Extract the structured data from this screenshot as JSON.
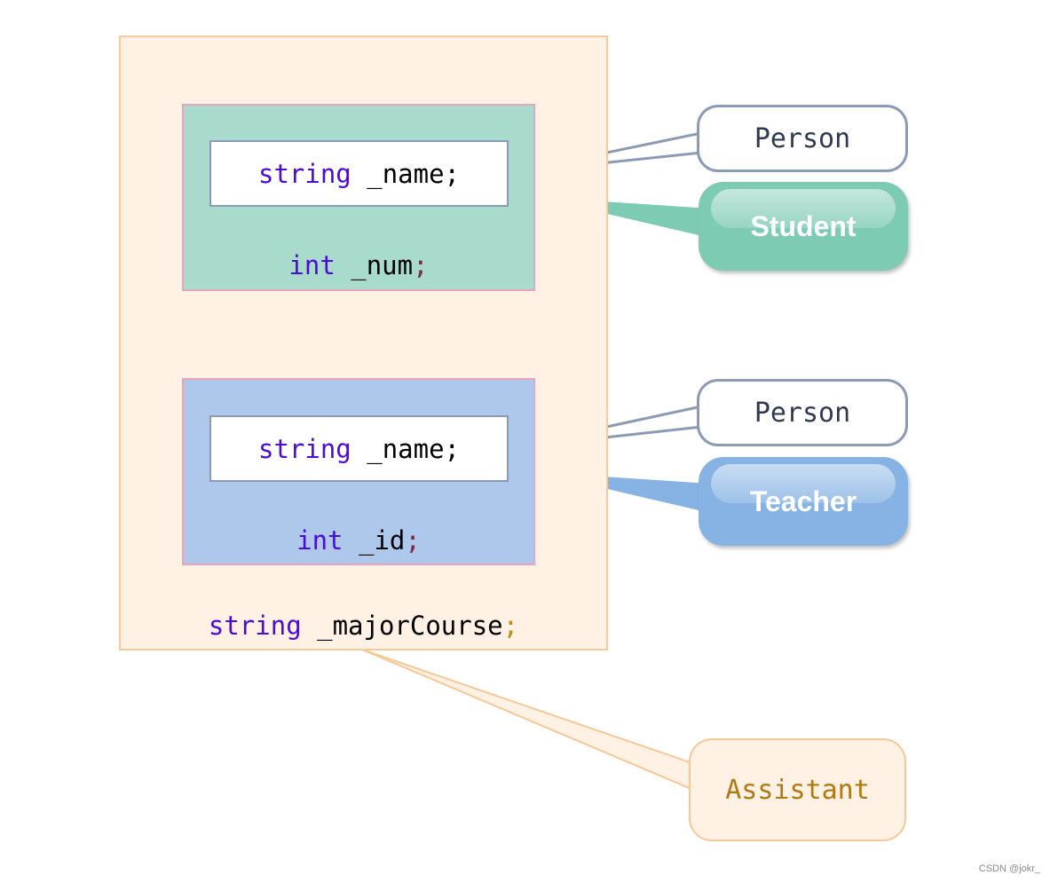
{
  "assistant": {
    "type_kw": "string",
    "field": "_majorCourse",
    "semicolon": ";",
    "label": "Assistant"
  },
  "student": {
    "name_type_kw": "string",
    "name_field": "_name;",
    "type_kw": "int",
    "field": "_num",
    "semicolon": ";",
    "base_label": "Person",
    "label": "Student"
  },
  "teacher": {
    "name_type_kw": "string",
    "name_field": "_name;",
    "type_kw": "int",
    "field": "_id",
    "semicolon": ";",
    "base_label": "Person",
    "label": "Teacher"
  },
  "credit": "CSDN @jokr_",
  "colors": {
    "assistant_fill": "#fff1e4",
    "student_fill": "#a9dbcc",
    "teacher_fill": "#adc8ea",
    "keyword": "#4b0bd8",
    "student_bubble": "#7ecbb4",
    "teacher_bubble": "#86b3e4",
    "assistant_text": "#b07a10"
  }
}
